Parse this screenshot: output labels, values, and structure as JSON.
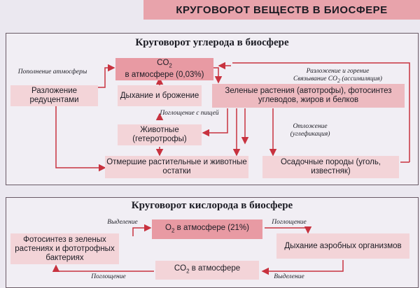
{
  "header": {
    "title": "КРУГОВОРОТ ВЕЩЕСТВ В БИОСФЕРЕ"
  },
  "carbon": {
    "title": "Круговорот углерода в биосфере",
    "co2_line1": "CO",
    "co2_sub": "2",
    "co2_line2": "в атмосфере (0,03%)",
    "decomposers": "Разложение редуцентами",
    "respiration": "Дыхание и брожение",
    "green_plants": "Зеленые растения (автотрофы), фотосинтез углеводов, жиров и белков",
    "animals": "Животные (гетеротрофы)",
    "remains": "Отмершие растительные и животные остатки",
    "sediments": "Осадочные породы (уголь, известняк)",
    "note_replenish": "Пополнение атмосферы",
    "note_decomp_line1": "Разложение и горение",
    "note_decomp_line2a": "Связывание CO",
    "note_decomp_sub": "2",
    "note_decomp_line2b": " (ассимиляция)",
    "note_food": "Поглощение с пищей",
    "note_deposit": "Отложение (углефикация)"
  },
  "oxygen": {
    "title": "Круговорот кислорода в биосфере",
    "o2_a": "O",
    "o2_sub": "2",
    "o2_b": " в атмосфере (21%)",
    "photosynthesis": "Фотосинтез в зеленых растениях и фототрофных бактериях",
    "aerobic": "Дыхание аэробных организмов",
    "co2_a": "CO",
    "co2_sub": "2",
    "co2_b": " в атмосфере",
    "note_release1": "Выделение",
    "note_absorb1": "Поглощение",
    "note_absorb2": "Поглощение",
    "note_release2": "Выделение"
  },
  "colors": {
    "accent": "#e8a3ab",
    "box_light": "#f3d4d8",
    "arrow": "#c8323f"
  }
}
